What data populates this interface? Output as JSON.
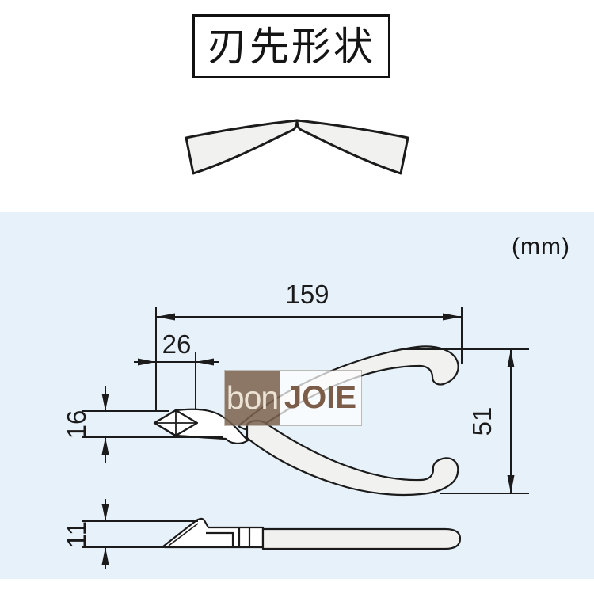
{
  "header": {
    "title": "刃先形状"
  },
  "drawing": {
    "units_label": "(mm)",
    "dimensions": {
      "overall_length_mm": "159",
      "jaw_length_mm": "26",
      "head_height_mm": "16",
      "handle_open_height_mm": "51",
      "body_thickness_mm": "11"
    }
  },
  "watermark": {
    "left_text": "bon",
    "right_text": "JOIE"
  },
  "colors": {
    "panel_background": "#e7f1f9",
    "line": "#1b1b1b",
    "metal_fill": "#ffffff",
    "grip_fill": "#f1f1ef",
    "watermark_brown": "#7b614e",
    "watermark_letter_brown": "#7b5c49",
    "watermark_cream": "#ece3d5"
  }
}
